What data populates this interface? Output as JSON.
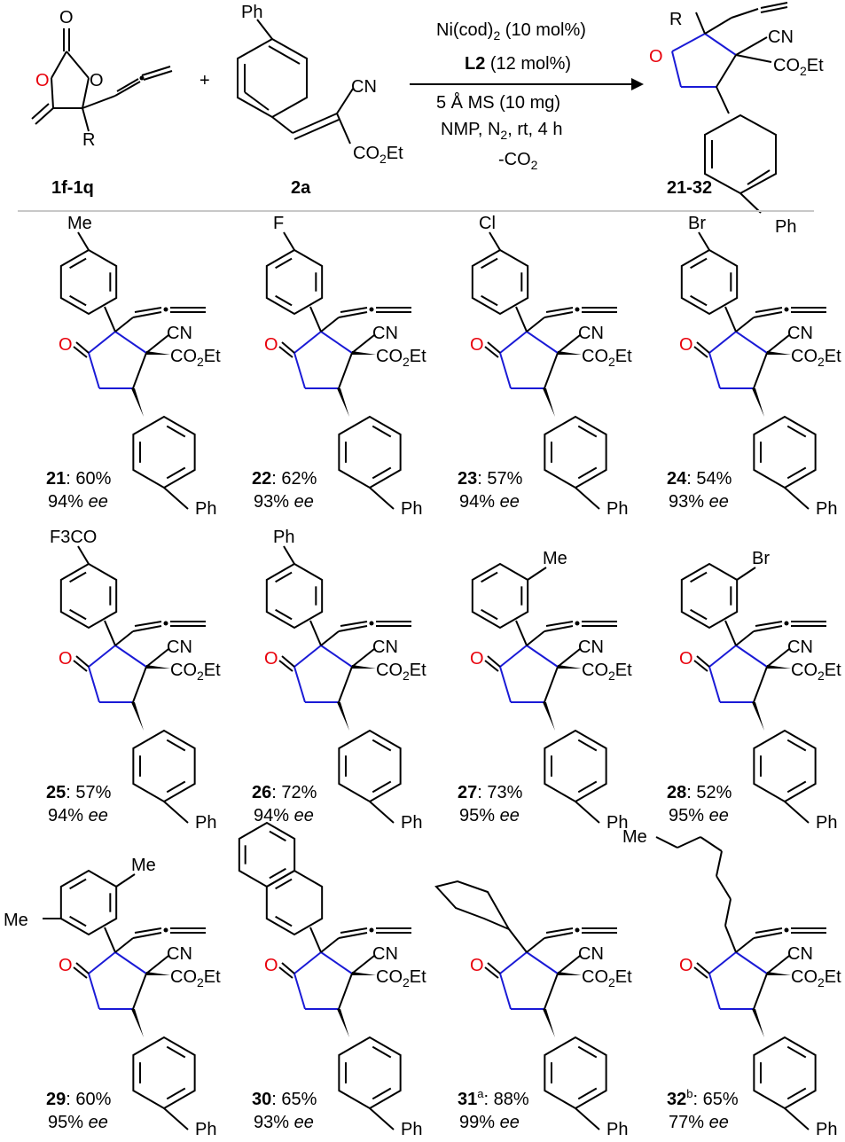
{
  "scheme": {
    "substrate_label": "1f-1q",
    "reagent_label": "2a",
    "product_label": "21-32",
    "plus": "+",
    "conditions": {
      "line1": "Ni(cod)2 (10 mol%)",
      "line1_a": "Ni(cod)",
      "line1_sub": "2",
      "line1_b": " (10 mol%)",
      "line2_bold": "L2",
      "line2_rest": " (12 mol%)",
      "line3": "5 Å MS (10 mg)",
      "line4": "NMP, N2, rt, 4 h",
      "line4_a": "NMP, N",
      "line4_sub": "2",
      "line4_b": ", rt, 4 h",
      "line5": "-CO2",
      "line5_a": "-CO",
      "line5_sub": "2"
    },
    "atoms": {
      "O": "O",
      "R": "R",
      "Ph": "Ph",
      "CN": "CN",
      "CO2Et": "CO2Et",
      "CO": "CO",
      "sub2": "2",
      "Et": "Et"
    }
  },
  "products": [
    {
      "id": "21",
      "sup": "",
      "yield": ": 60%",
      "ee_value": "94% ",
      "ee": "ee",
      "sub_kind": "para",
      "sub_label": "Me"
    },
    {
      "id": "22",
      "sup": "",
      "yield": ": 62%",
      "ee_value": "93% ",
      "ee": "ee",
      "sub_kind": "para",
      "sub_label": "F"
    },
    {
      "id": "23",
      "sup": "",
      "yield": ": 57%",
      "ee_value": "94% ",
      "ee": "ee",
      "sub_kind": "para",
      "sub_label": "Cl"
    },
    {
      "id": "24",
      "sup": "",
      "yield": ": 54%",
      "ee_value": "93% ",
      "ee": "ee",
      "sub_kind": "para",
      "sub_label": "Br"
    },
    {
      "id": "25",
      "sup": "",
      "yield": ": 57%",
      "ee_value": "94% ",
      "ee": "ee",
      "sub_kind": "para",
      "sub_label": "F3CO"
    },
    {
      "id": "26",
      "sup": "",
      "yield": ": 72%",
      "ee_value": "94% ",
      "ee": "ee",
      "sub_kind": "para",
      "sub_label": "Ph"
    },
    {
      "id": "27",
      "sup": "",
      "yield": ": 73%",
      "ee_value": "95% ",
      "ee": "ee",
      "sub_kind": "meta",
      "sub_label": "Me"
    },
    {
      "id": "28",
      "sup": "",
      "yield": ": 52%",
      "ee_value": "95% ",
      "ee": "ee",
      "sub_kind": "meta",
      "sub_label": "Br"
    },
    {
      "id": "29",
      "sup": "",
      "yield": ": 60%",
      "ee_value": "95% ",
      "ee": "ee",
      "sub_kind": "dimeta",
      "sub_label": "Me"
    },
    {
      "id": "30",
      "sup": "",
      "yield": ": 65%",
      "ee_value": "93% ",
      "ee": "ee",
      "sub_kind": "naphthyl",
      "sub_label": ""
    },
    {
      "id": "31",
      "sup": "a",
      "yield": ": 88%",
      "ee_value": "99% ",
      "ee": "ee",
      "sub_kind": "cyclohexyl",
      "sub_label": ""
    },
    {
      "id": "32",
      "sup": "b",
      "yield": ": 65%",
      "ee_value": "77% ",
      "ee": "ee",
      "sub_kind": "heptyl",
      "sub_label": "Me"
    }
  ],
  "colors": {
    "oxygen": "#e8000b",
    "ring_bond": "#1a1ad6",
    "divider": "#c8c8c8",
    "bond": "#000000"
  }
}
